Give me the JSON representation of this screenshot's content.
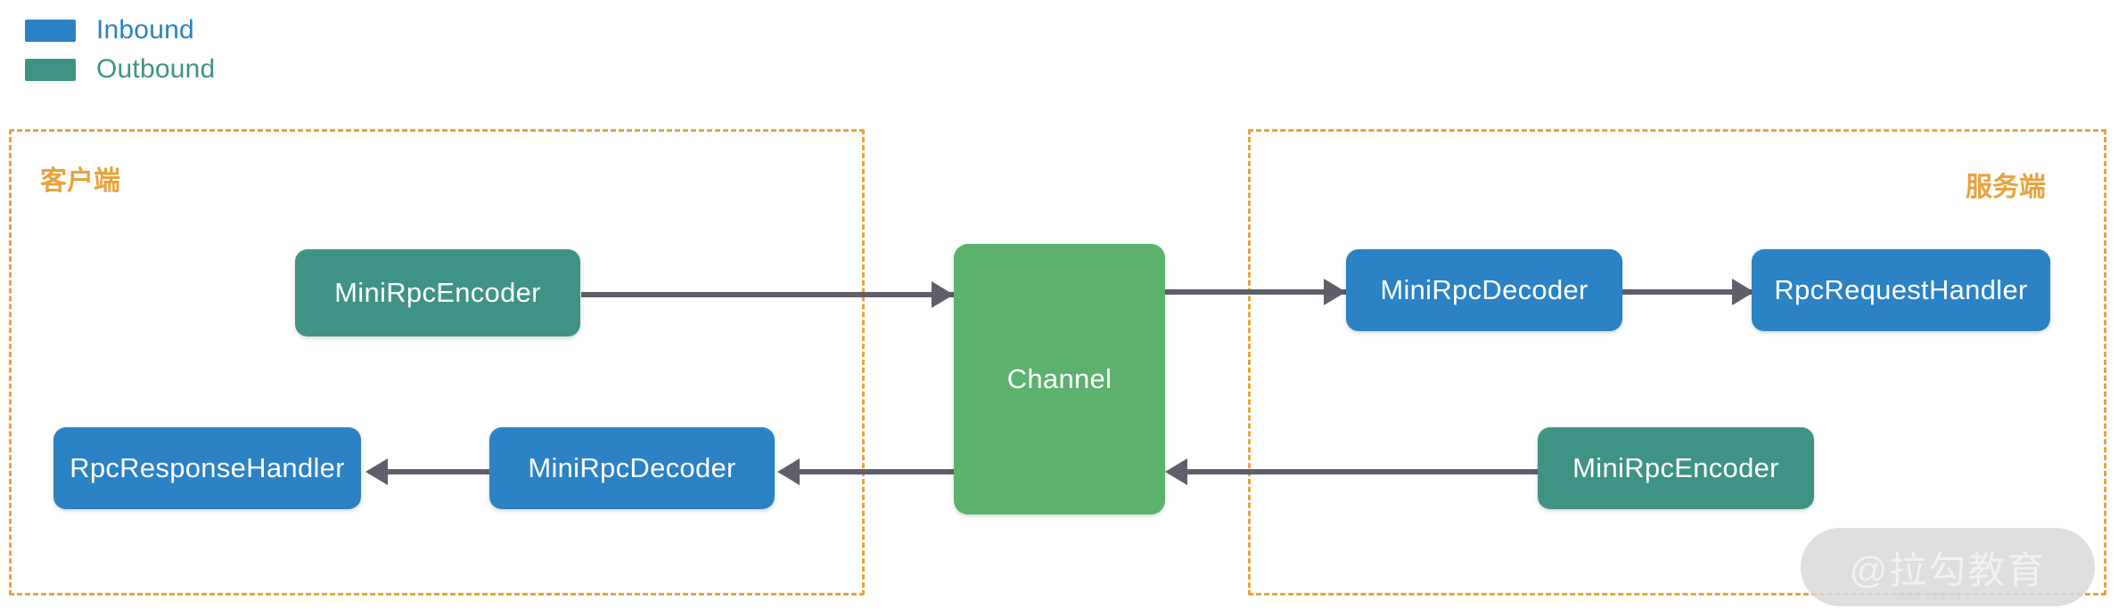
{
  "colors": {
    "inbound_blue": "#2b82c4",
    "outbound_teal": "#3f9384",
    "channel_green": "#5cb16d",
    "zone_orange": "#e8a33d",
    "connector_gray": "#5f5f6b",
    "background": "#ffffff"
  },
  "legend": {
    "items": [
      {
        "label": "Inbound",
        "color": "#2b82c4"
      },
      {
        "label": "Outbound",
        "color": "#3f9384"
      }
    ]
  },
  "zones": [
    {
      "name": "client",
      "label": "客户端"
    },
    {
      "name": "server",
      "label": "服务端"
    }
  ],
  "nodes": {
    "client_encoder": {
      "label": "MiniRpcEncoder",
      "kind": "outbound"
    },
    "client_decoder": {
      "label": "MiniRpcDecoder",
      "kind": "inbound"
    },
    "client_response_handler": {
      "label": "RpcResponseHandler",
      "kind": "inbound"
    },
    "channel": {
      "label": "Channel",
      "kind": "channel"
    },
    "server_decoder": {
      "label": "MiniRpcDecoder",
      "kind": "inbound"
    },
    "server_request_handler": {
      "label": "RpcRequestHandler",
      "kind": "inbound"
    },
    "server_encoder": {
      "label": "MiniRpcEncoder",
      "kind": "outbound"
    }
  },
  "watermark": {
    "text": "@拉勾教育"
  }
}
